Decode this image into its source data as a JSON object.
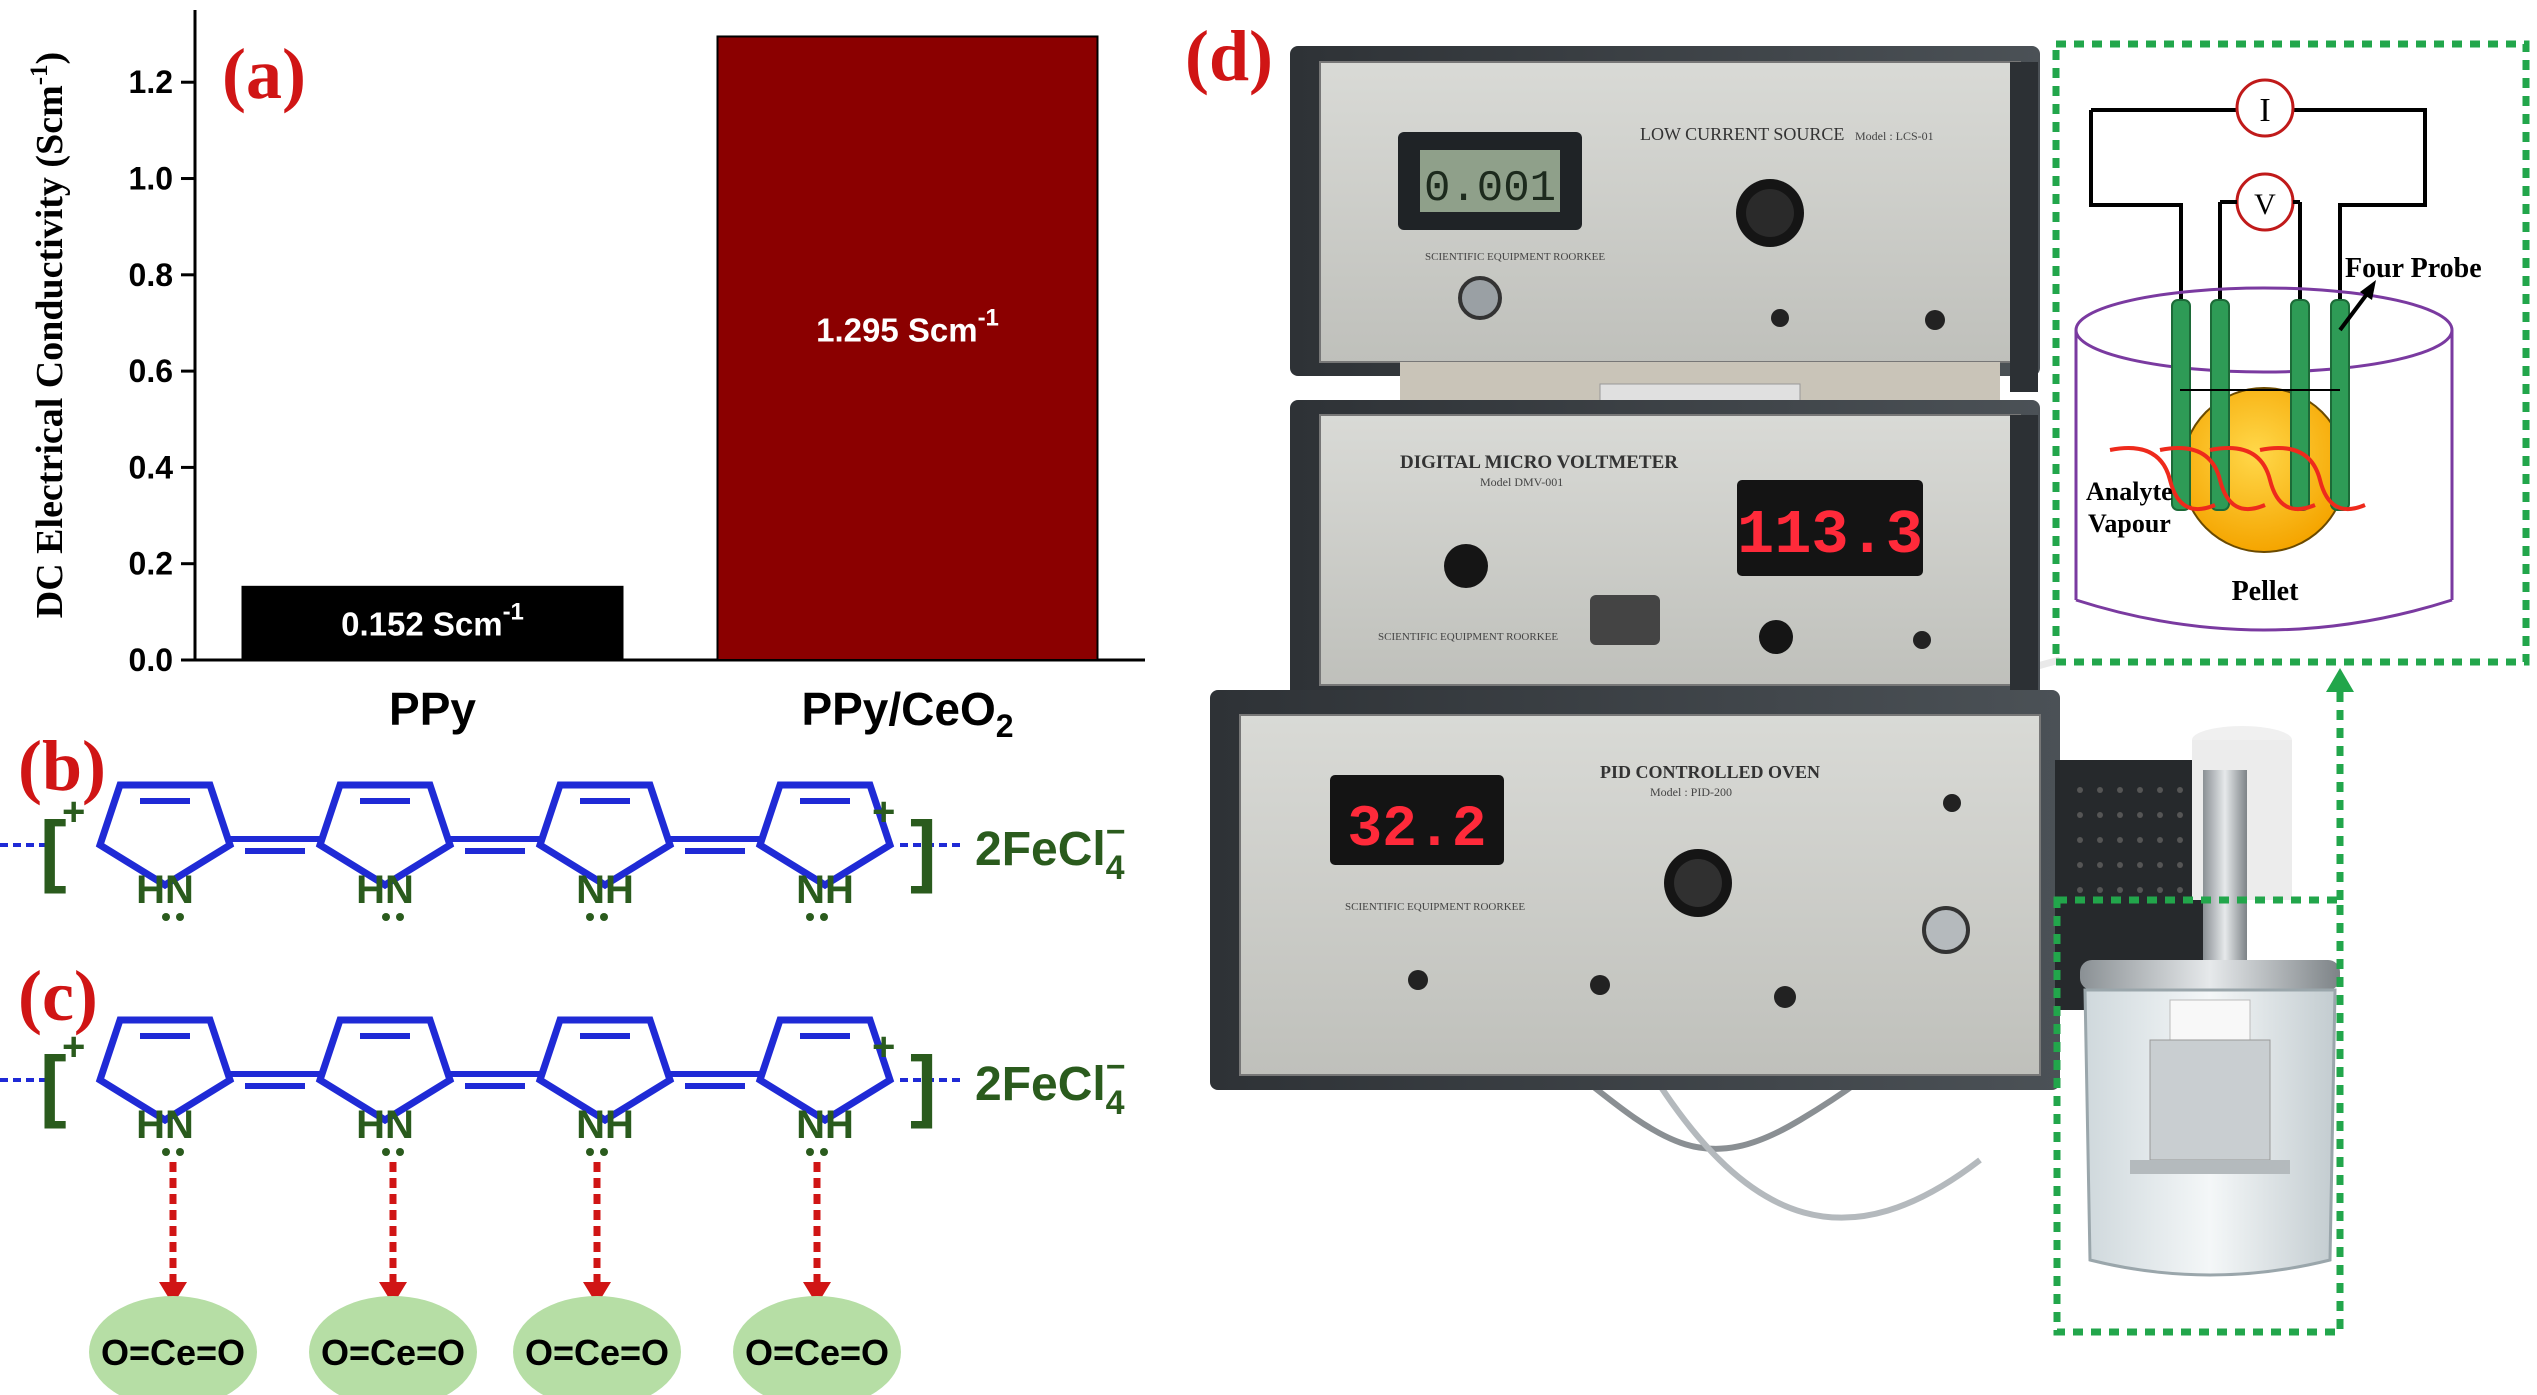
{
  "panel_labels": {
    "a": "(a)",
    "b": "(b)",
    "c": "(c)",
    "d": "(d)"
  },
  "chart_data": {
    "type": "bar",
    "categories": [
      "PPy",
      "PPy/CeO2"
    ],
    "values": [
      0.152,
      1.295
    ],
    "bar_colors": [
      "#000000",
      "#8b0000"
    ],
    "data_labels": [
      "0.152 Scm",
      "1.295 Scm"
    ],
    "data_label_superscript": "-1",
    "category_subscripts": [
      "",
      "2"
    ],
    "ylabel": "DC Electrical Conductivity (Scm",
    "ylabel_superscript": "-1",
    "ylabel_suffix": ")",
    "ylim": [
      0,
      1.35
    ],
    "yticks": [
      "0.0",
      "0.2",
      "0.4",
      "0.6",
      "0.8",
      "1.0",
      "1.2"
    ],
    "grid": false
  },
  "structure_b": {
    "charges": [
      "+",
      "+"
    ],
    "nitrogens": [
      "HN",
      "HN",
      "NH",
      "NH"
    ],
    "counter_ion": "2FeCl",
    "counter_ion_sub": "4",
    "counter_ion_sup": "−"
  },
  "structure_c": {
    "charges": [
      "+",
      "+"
    ],
    "nitrogens": [
      "HN",
      "HN",
      "NH",
      "NH"
    ],
    "counter_ion": "2FeCl",
    "counter_ion_sub": "4",
    "counter_ion_sup": "−",
    "ceria_labels": [
      "O=Ce=O",
      "O=Ce=O",
      "O=Ce=O",
      "O=Ce=O"
    ]
  },
  "panel_d": {
    "current_source_title": "LOW CURRENT SOURCE",
    "current_source_model": "Model : LCS-01",
    "current_source_display": "0.001",
    "voltmeter_title": "DIGITAL MICRO VOLTMETER",
    "voltmeter_model": "Model DMV-001",
    "voltmeter_display": "113.3",
    "oven_title": "PID CONTROLLED OVEN",
    "oven_model": "Model : PID-200",
    "oven_display": "32.2",
    "maker": "SCIENTIFIC EQUIPMENT ROORKEE",
    "schematic": {
      "current_meter": "I",
      "voltage_meter": "V",
      "probe_label": "Four Probe",
      "analyte_label_1": "Analyte",
      "analyte_label_2": "Vapour",
      "pellet_label": "Pellet"
    }
  }
}
